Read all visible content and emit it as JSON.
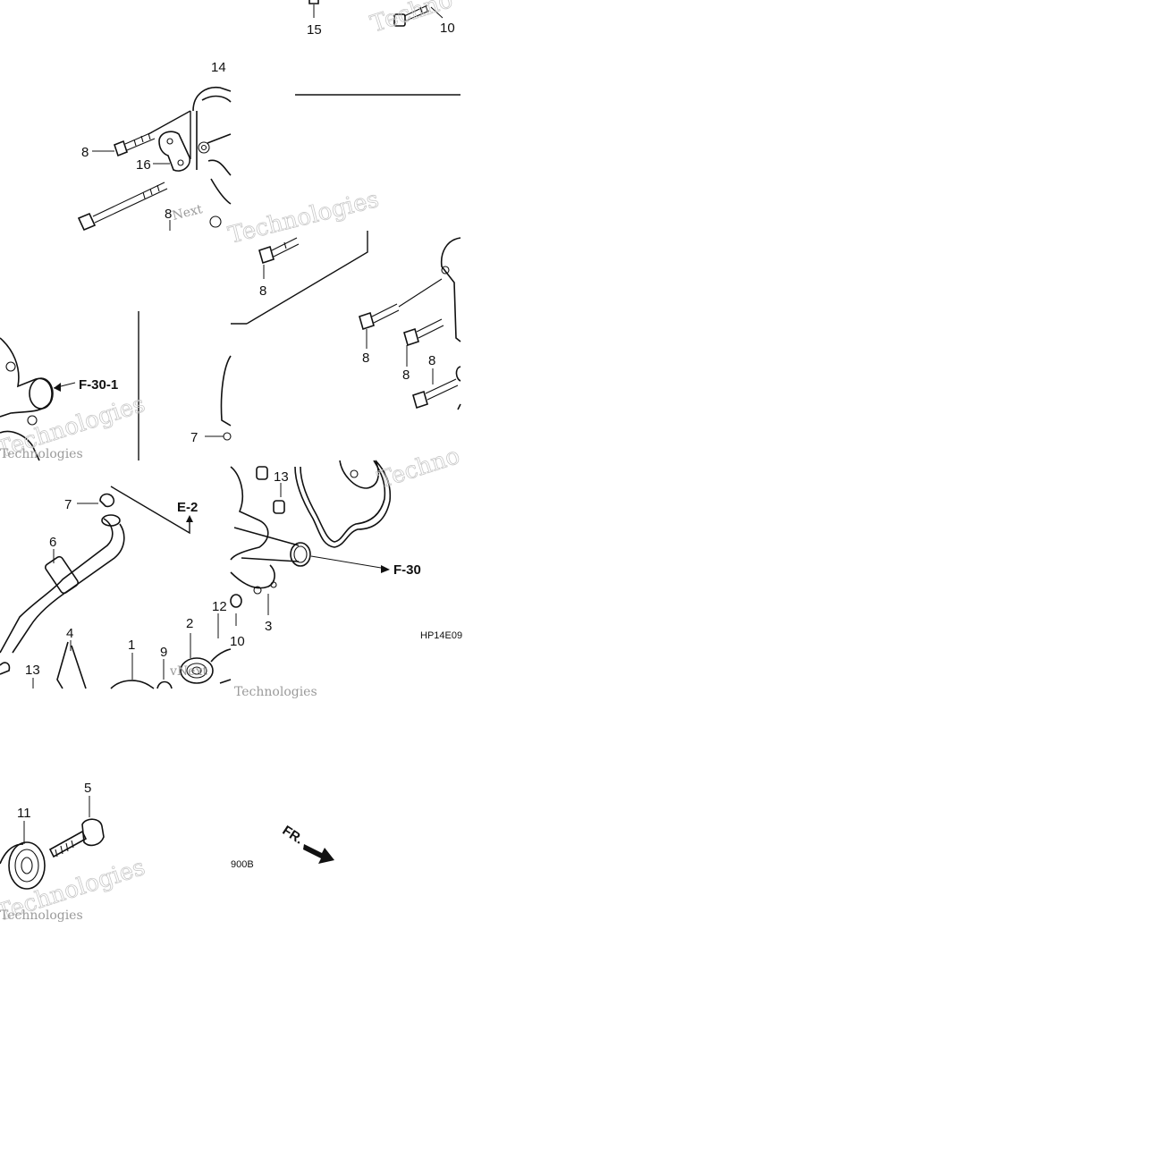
{
  "callouts": [
    {
      "label": "15"
    },
    {
      "label": "10"
    },
    {
      "label": "14"
    },
    {
      "label": "8"
    },
    {
      "label": "16"
    },
    {
      "label": "8"
    },
    {
      "label": "8"
    },
    {
      "label": "8"
    },
    {
      "label": "8"
    },
    {
      "label": "8"
    },
    {
      "label": "7"
    },
    {
      "label": "7"
    },
    {
      "label": "6"
    },
    {
      "label": "13"
    },
    {
      "label": "12"
    },
    {
      "label": "10"
    },
    {
      "label": "3"
    },
    {
      "label": "4"
    },
    {
      "label": "1"
    },
    {
      "label": "9"
    },
    {
      "label": "2"
    },
    {
      "label": "13"
    },
    {
      "label": "11"
    },
    {
      "label": "5"
    }
  ],
  "refs": {
    "f30_1": "F-30-1",
    "f30": "F-30",
    "e2": "E-2"
  },
  "codes": {
    "right": "HP14E09",
    "left": "900B"
  },
  "direction_label": "FR.",
  "watermarks": {
    "large": [
      "Techno",
      "Technologies",
      "Technologies",
      "Techno",
      "Technologies"
    ],
    "small": [
      "Next",
      "Technologies",
      "vNext",
      "Technologies",
      "Technologies"
    ]
  },
  "colors": {
    "ink": "#111111",
    "watermark": "#c8c8c8"
  }
}
